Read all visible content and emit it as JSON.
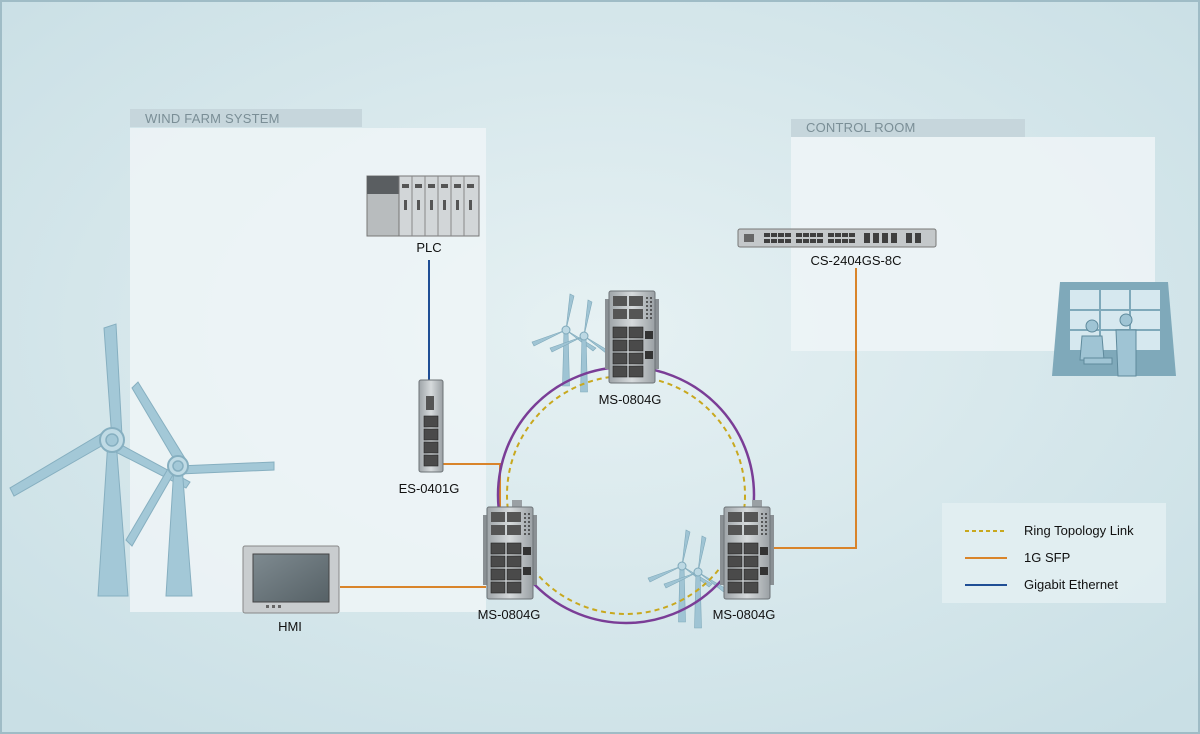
{
  "zones": {
    "wind_farm": "WIND FARM SYSTEM",
    "control_room": "CONTROL ROOM"
  },
  "devices": {
    "plc": "PLC",
    "es0401g": "ES-0401G",
    "hmi": "HMI",
    "ms_top": "MS-0804G",
    "ms_left": "MS-0804G",
    "ms_right": "MS-0804G",
    "cs": "CS-2404GS-8C"
  },
  "legend": [
    {
      "label": "Ring Topology Link",
      "style": "dashed",
      "color": "#c8a81e"
    },
    {
      "label": "1G SFP",
      "style": "solid",
      "color": "#d9842a"
    },
    {
      "label": "Gigabit Ethernet",
      "style": "solid",
      "color": "#1f4e95"
    }
  ],
  "colors": {
    "background": "#d3e5ea",
    "zone_panel": "#eef5f7",
    "ring_outer": "#7a3d96",
    "ring_dashed": "#c8a81e",
    "sfp": "#d9842a",
    "gigabit": "#1f4e95",
    "turbine": "#9fc4d4"
  }
}
